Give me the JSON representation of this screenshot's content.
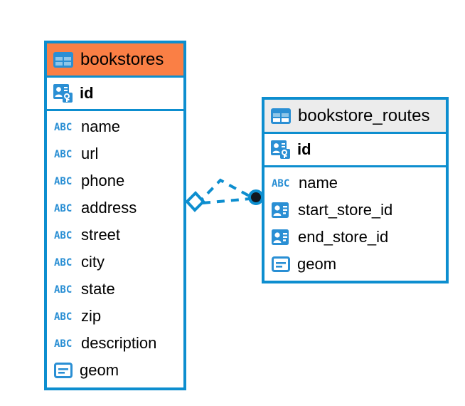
{
  "diagram": {
    "type": "entity-relationship-diagram",
    "background_color": "#ffffff",
    "accent_color": "#0d8ecf",
    "highlight_color": "#fa7f45"
  },
  "tables": [
    {
      "name": "bookstores",
      "header_color": "#fa7f45",
      "table_icon": "table-icon",
      "primary_key": {
        "label": "id",
        "icon": "primary-key-icon"
      },
      "fields": [
        {
          "label": "name",
          "icon": "text-field-icon"
        },
        {
          "label": "url",
          "icon": "text-field-icon"
        },
        {
          "label": "phone",
          "icon": "text-field-icon"
        },
        {
          "label": "address",
          "icon": "text-field-icon"
        },
        {
          "label": "street",
          "icon": "text-field-icon"
        },
        {
          "label": "city",
          "icon": "text-field-icon"
        },
        {
          "label": "state",
          "icon": "text-field-icon"
        },
        {
          "label": "zip",
          "icon": "text-field-icon"
        },
        {
          "label": "description",
          "icon": "text-field-icon"
        },
        {
          "label": "geom",
          "icon": "geometry-field-icon"
        }
      ]
    },
    {
      "name": "bookstore_routes",
      "header_color": "#ececec",
      "table_icon": "table-icon",
      "primary_key": {
        "label": "id",
        "icon": "primary-key-icon"
      },
      "fields": [
        {
          "label": "name",
          "icon": "text-field-icon"
        },
        {
          "label": "start_store_id",
          "icon": "foreign-key-icon"
        },
        {
          "label": "end_store_id",
          "icon": "foreign-key-icon"
        },
        {
          "label": "geom",
          "icon": "geometry-field-icon"
        }
      ]
    }
  ],
  "relationship": {
    "style": "dashed",
    "color": "#0d8ecf",
    "source_marker": "diamond-marker",
    "target_marker": "filled-circle-marker"
  },
  "icon_labels": {
    "text_field": "ABC"
  }
}
